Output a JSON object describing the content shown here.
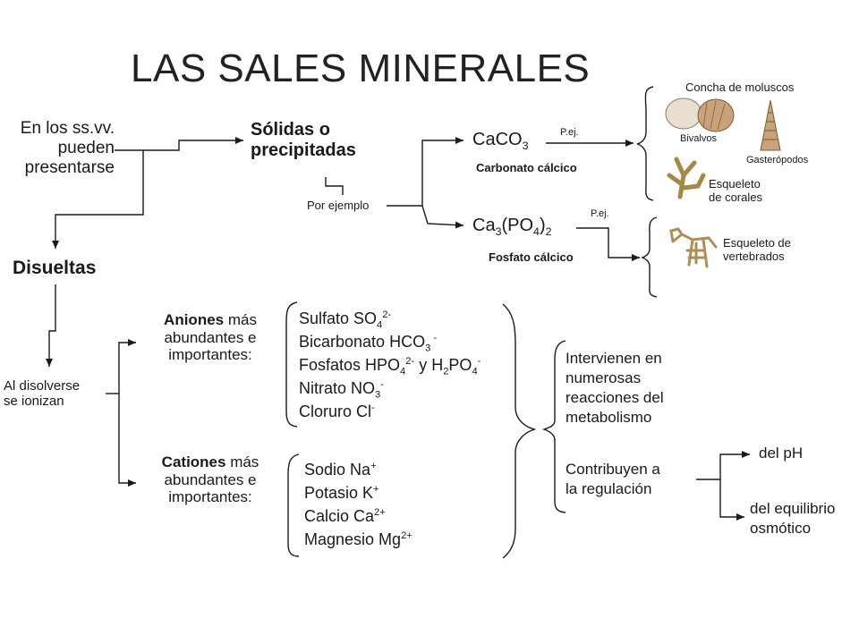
{
  "title": "LAS SALES MINERALES",
  "intro": {
    "line1": "En los ss.vv.",
    "line2": "pueden",
    "line3": "presentarse"
  },
  "solidas": {
    "line1": "Sólidas o",
    "line2": "precipitadas",
    "por_ejemplo": "Por ejemplo"
  },
  "caco3": {
    "base": "CaCO",
    "sub": "3",
    "name": "Carbonato cálcico",
    "pej": "P.ej."
  },
  "fosfato": {
    "base": "Ca",
    "sub1": "3",
    "mid": "(PO",
    "sub2": "4",
    "end": ")",
    "sub3": "2",
    "name": "Fosfato cálcico",
    "pej": "P.ej."
  },
  "ejemplos": {
    "concha": "Concha de moluscos",
    "bivalvos": "Bivalvos",
    "gasteropodos": "Gasterópodos",
    "corales1": "Esqueleto",
    "corales2": "de corales",
    "vertebrados1": "Esqueleto de",
    "vertebrados2": "vertebrados"
  },
  "disueltas": {
    "label": "Disueltas",
    "ion1": "Al disolverse",
    "ion2": "se ionizan"
  },
  "aniones": {
    "head_bold": "Aniones",
    "head_rest": " más",
    "line2": "abundantes e",
    "line3": "importantes:",
    "items": {
      "sulfato": {
        "name": "Sulfato  SO",
        "sub": "4",
        "sup": "2-"
      },
      "bicarbonato": {
        "name": "Bicarbonato  HCO",
        "sub": "3",
        "sup": " -"
      },
      "fosfatos": {
        "name": "Fosfatos  HPO",
        "sub1": "4",
        "sup1": "2-",
        "mid": " y H",
        "sub2": "2",
        "mid2": "PO",
        "sub3": "4",
        "sup3": "-"
      },
      "nitrato": {
        "name": "Nitrato  NO",
        "sub": "3",
        "sup": "-"
      },
      "cloruro": {
        "name": "Cloruro  Cl",
        "sup": "-"
      }
    }
  },
  "cationes": {
    "head_bold": "Cationes",
    "head_rest": " más",
    "line2": "abundantes e",
    "line3": "importantes:",
    "items": {
      "sodio": {
        "name": "Sodio   Na",
        "sup": "+"
      },
      "potasio": {
        "name": "Potasio   K",
        "sup": "+"
      },
      "calcio": {
        "name": "Calcio   Ca",
        "sup": "2+"
      },
      "magnesio": {
        "name": "Magnesio   Mg",
        "sup": "2+"
      }
    }
  },
  "funciones": {
    "reacciones": [
      "Intervienen en",
      "numerosas",
      "reacciones del",
      "metabolismo"
    ],
    "regulacion": [
      "Contribuyen a",
      "la regulación"
    ],
    "ph": "del pH",
    "osmotico": [
      "del equilibrio",
      "osmótico"
    ]
  }
}
